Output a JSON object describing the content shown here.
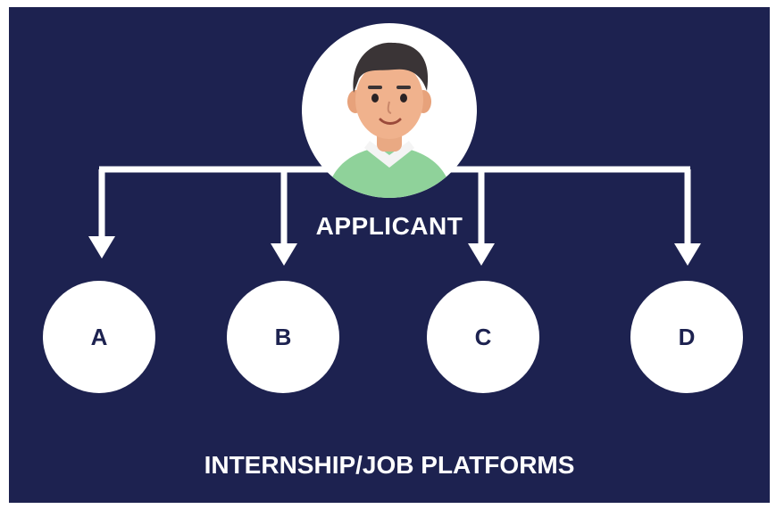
{
  "diagram": {
    "root": {
      "label": "APPLICANT",
      "icon": "applicant-avatar-icon"
    },
    "platforms": [
      {
        "label": "A"
      },
      {
        "label": "B"
      },
      {
        "label": "C"
      },
      {
        "label": "D"
      }
    ],
    "group_label": "INTERNSHIP/JOB PLATFORMS"
  },
  "colors": {
    "background": "#1d2250",
    "nodes": "#ffffff",
    "connectors": "#ffffff",
    "node_text": "#1d2250",
    "label_text": "#ffffff"
  }
}
